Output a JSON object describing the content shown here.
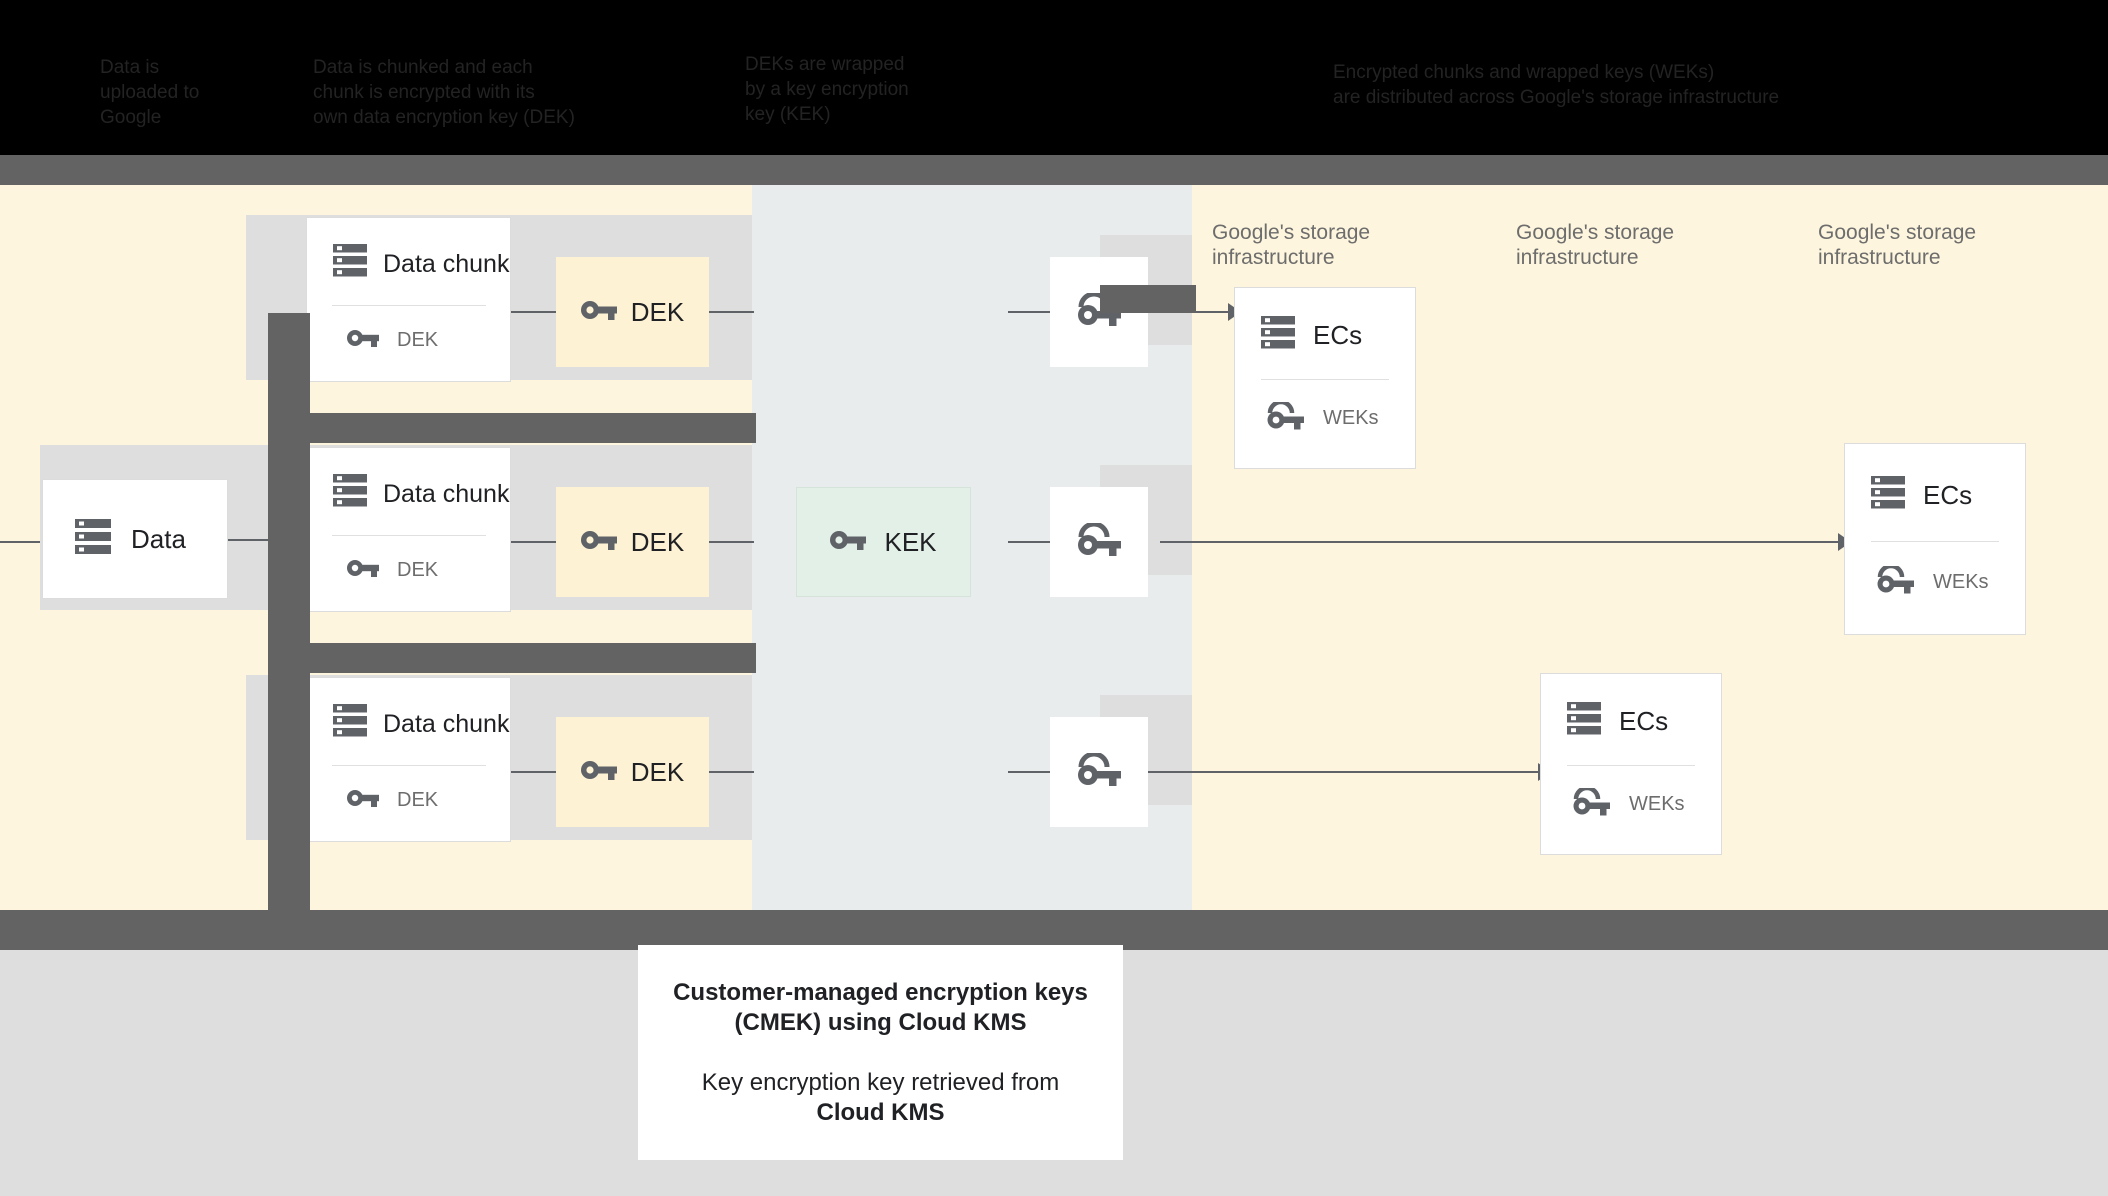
{
  "header": {
    "columns": [
      {
        "text": "Data is\nuploaded to\nGoogle"
      },
      {
        "text": "Data is chunked and each\nchunk is encrypted with its\nown data encryption key (DEK)"
      },
      {
        "text": "DEKs are wrapped\nby a key encryption\nkey (KEK)"
      },
      {
        "text": "Encrypted chunks and wrapped keys (WEKs)\nare distributed across Google's storage infrastructure"
      }
    ]
  },
  "diagram": {
    "data_node": {
      "label": "Data",
      "icon": "storage-icon"
    },
    "chunks": [
      {
        "title": "Data chunk",
        "key_label": "DEK",
        "icon": "storage-icon",
        "key_icon": "key-icon"
      },
      {
        "title": "Data chunk",
        "key_label": "DEK",
        "icon": "storage-icon",
        "key_icon": "key-icon"
      },
      {
        "title": "Data chunk",
        "key_label": "DEK",
        "icon": "storage-icon",
        "key_icon": "key-icon"
      }
    ],
    "dek_boxes": [
      {
        "label": "DEK",
        "icon": "key-icon"
      },
      {
        "label": "DEK",
        "icon": "key-icon"
      },
      {
        "label": "DEK",
        "icon": "key-icon"
      }
    ],
    "kek_box": {
      "label": "KEK",
      "icon": "key-icon"
    },
    "wrapped_keys": [
      {
        "icon": "wrapped-key-icon"
      },
      {
        "icon": "wrapped-key-icon"
      },
      {
        "icon": "wrapped-key-icon"
      }
    ],
    "infra_labels": [
      {
        "text": "Google's storage\ninfrastructure"
      },
      {
        "text": "Google's storage\ninfrastructure"
      },
      {
        "text": "Google's storage\ninfrastructure"
      }
    ],
    "ec_boxes": [
      {
        "title": "ECs",
        "key_label": "WEKs",
        "icon": "storage-icon",
        "key_icon": "wrapped-key-icon"
      },
      {
        "title": "ECs",
        "key_label": "WEKs",
        "icon": "storage-icon",
        "key_icon": "wrapped-key-icon"
      },
      {
        "title": "ECs",
        "key_label": "WEKs",
        "icon": "storage-icon",
        "key_icon": "wrapped-key-icon"
      }
    ]
  },
  "caption": {
    "title": "Customer-managed encryption keys\n(CMEK) using Cloud KMS",
    "subtitle_line1": "Key encryption key retrieved from",
    "subtitle_line2": "Cloud KMS"
  },
  "colors": {
    "cream": "#fdf5dd",
    "kek_band": "#e8ecec",
    "kek_fill": "#e3f0e8",
    "dek_fill": "#fdf2d4",
    "row_band": "#dedede",
    "dark_band": "#636363",
    "icon": "#5f6368"
  }
}
